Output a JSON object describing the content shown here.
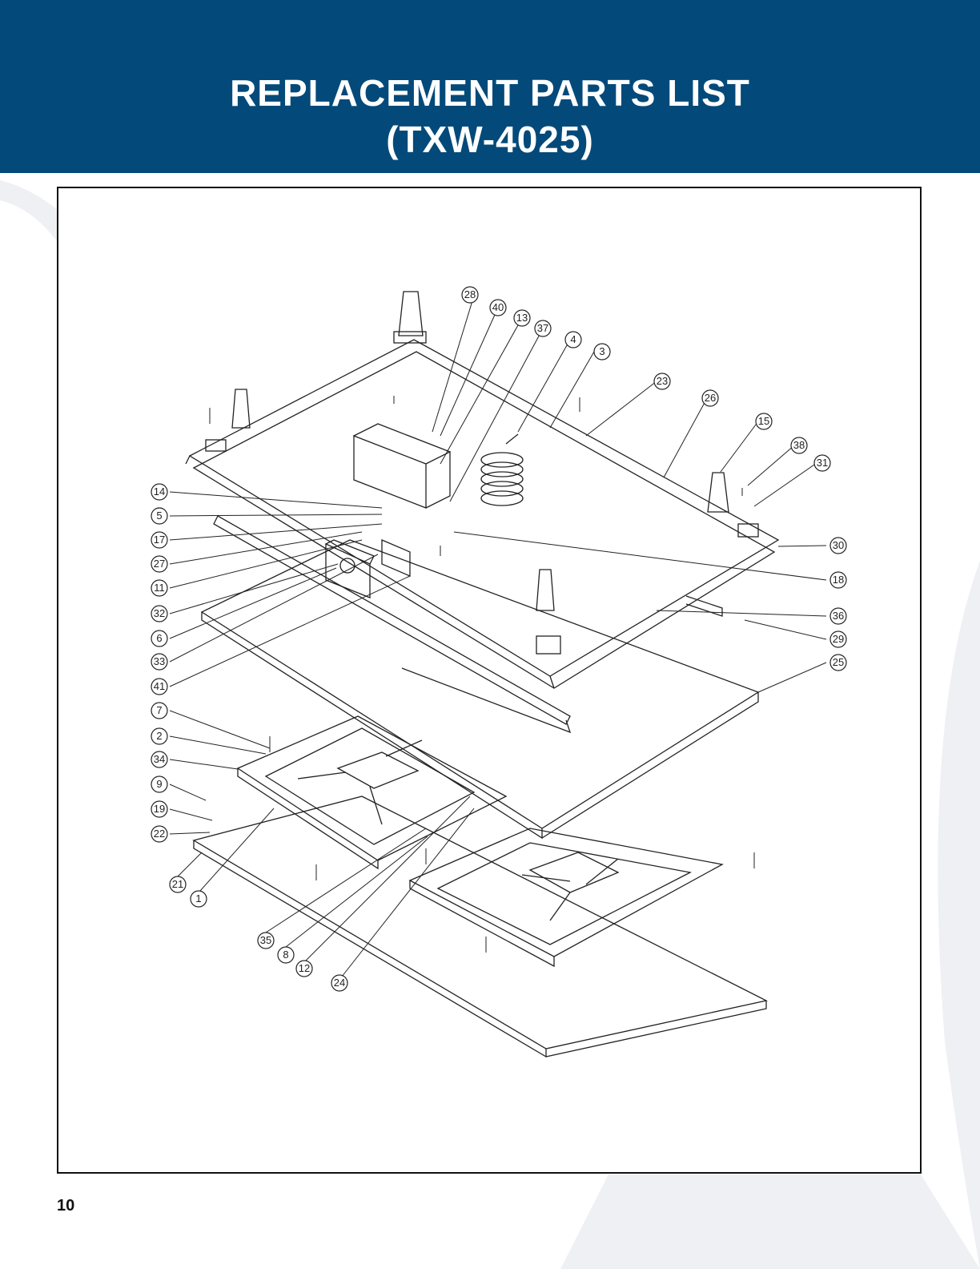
{
  "header": {
    "title_line1": "REPLACEMENT PARTS LIST",
    "title_line2": "(TXW-4025)"
  },
  "footer": {
    "page_number": "10"
  },
  "colors": {
    "header_bg": "#034a7a",
    "title_text": "#ffffff",
    "swoosh": "#eef0f3"
  },
  "diagram": {
    "callouts": [
      "28",
      "40",
      "13",
      "37",
      "4",
      "3",
      "23",
      "26",
      "15",
      "38",
      "31",
      "30",
      "18",
      "36",
      "29",
      "25",
      "14",
      "5",
      "17",
      "27",
      "11",
      "32",
      "6",
      "33",
      "41",
      "7",
      "2",
      "34",
      "9",
      "19",
      "22",
      "21",
      "1",
      "35",
      "8",
      "12",
      "24"
    ]
  }
}
